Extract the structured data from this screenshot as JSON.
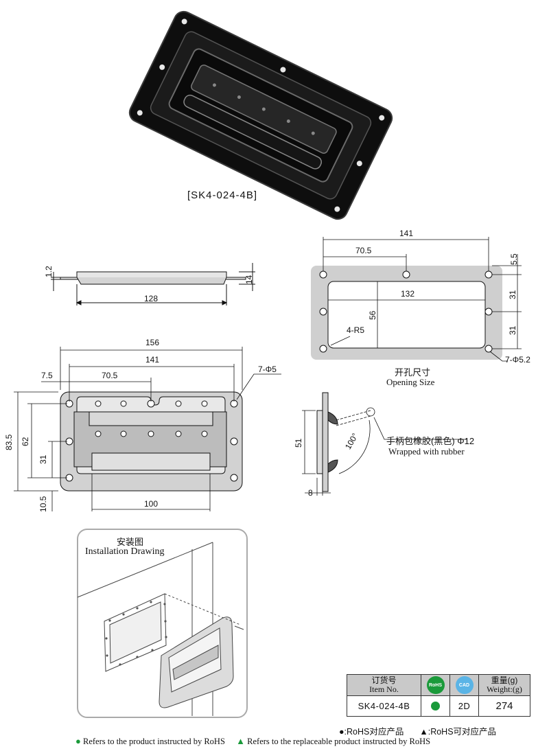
{
  "product": {
    "code_label": "[SK4-024-4B]"
  },
  "side_view": {
    "thickness": "1.2",
    "height": "14",
    "width": "128"
  },
  "front_view": {
    "overall_width": "156",
    "hole_pitch": "141",
    "hole_offset": "7.5",
    "half_pitch": "70.5",
    "holes": "7-Φ5",
    "overall_height": "83.5",
    "inner_height": "62",
    "half_height": "31",
    "bottom_offset": "10.5",
    "handle_width": "100"
  },
  "cutout": {
    "hole_pitch": "141",
    "half_pitch": "70.5",
    "top_offset": "5.5",
    "opening_width": "132",
    "opening_height": "56",
    "corner_radius": "4-R5",
    "spacing_top": "31",
    "spacing_bottom": "31",
    "holes": "7-Φ5.2",
    "title_cn": "开孔尺寸",
    "title_en": "Opening Size"
  },
  "handle_profile": {
    "height": "51",
    "depth": "8",
    "angle": "100°",
    "grip_cn": "手柄包橡胶(黑色) Φ12",
    "grip_en": "Wrapped with rubber"
  },
  "installation": {
    "title_cn": "安装图",
    "title_en": "Installation Drawing"
  },
  "spec_table": {
    "col_item_cn": "订货号",
    "col_item_en": "Item No.",
    "rohs_badge": "RoHS",
    "cad_badge": "CAD",
    "col_weight_cn": "重量(g)",
    "col_weight_en": "Weight:(g)",
    "item_no": "SK4-024-4B",
    "cad": "2D",
    "weight": "274"
  },
  "legend": {
    "line1_a": "●:RoHS对应产品",
    "line1_b": "▲:RoHS可对应产品",
    "line2_a": "Refers to the product instructed by RoHS",
    "line2_b": "Refers to the replaceable product instructed by RoHS"
  },
  "colors": {
    "rohs_green": "#1a9a3a",
    "cad_blue": "#5ab4e6",
    "plate_gray": "#cfcfcf"
  }
}
